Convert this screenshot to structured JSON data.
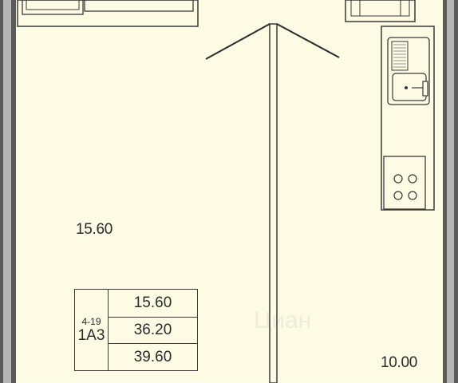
{
  "plan": {
    "room_labels": {
      "living": "15.60",
      "kitchen": "10.00"
    },
    "info_table": {
      "floors": "4-19",
      "apartment_type": "1А3",
      "living_area": "15.60",
      "total_area": "36.20",
      "area_with_balcony": "39.60"
    },
    "watermark": "Циан"
  },
  "colors": {
    "floor": "#fdfbe4",
    "wall_dark": "#5a5a5a",
    "wall_light": "#b5b5b5",
    "line": "#2b2b2b"
  }
}
